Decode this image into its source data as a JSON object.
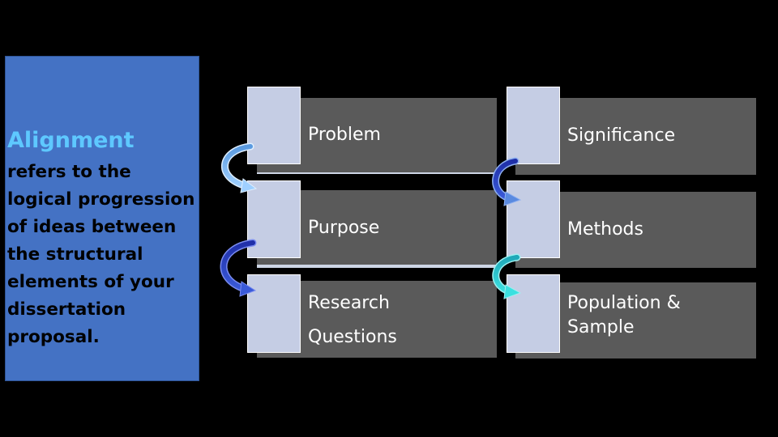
{
  "panel": {
    "title": "Alignment",
    "body": "refers to the logical progression of ideas between the structural elements of your dissertation proposal."
  },
  "left_column": [
    {
      "label": "Problem"
    },
    {
      "label": "Purpose"
    },
    {
      "label_line1": "Research",
      "label_line2": "Questions"
    }
  ],
  "right_column": [
    {
      "label": "Significance"
    },
    {
      "label": "Methods"
    },
    {
      "label_line1": "Population &",
      "label_line2": "Sample"
    }
  ],
  "colors": {
    "panel": "#4472c4",
    "panel_title": "#5ec8ff",
    "bar": "#5a5a5a",
    "square": "#c5cde4",
    "arrow_light": "#7fb8f0",
    "arrow_dark": "#2a3fbf",
    "arrow_teal": "#24c8c8"
  }
}
